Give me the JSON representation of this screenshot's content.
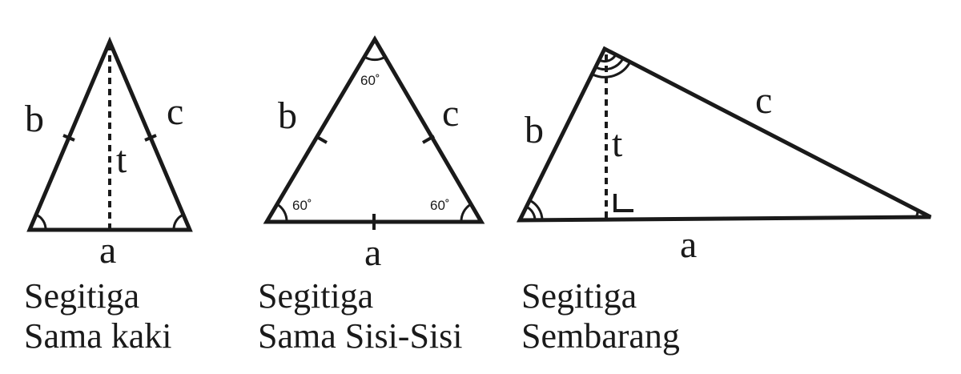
{
  "triangles": [
    {
      "labels": {
        "a": "a",
        "b": "b",
        "c": "c",
        "t": "t"
      },
      "caption": {
        "line1": "Segitiga",
        "line2": "Sama kaki"
      }
    },
    {
      "labels": {
        "a": "a",
        "b": "b",
        "c": "c"
      },
      "angles": {
        "top": "60˚",
        "left": "60˚",
        "right": "60˚"
      },
      "caption": {
        "line1": "Segitiga",
        "line2": "Sama Sisi-Sisi"
      }
    },
    {
      "labels": {
        "a": "a",
        "b": "b",
        "c": "c",
        "t": "t"
      },
      "caption": {
        "line1": "Segitiga",
        "line2": "Sembarang"
      }
    }
  ]
}
